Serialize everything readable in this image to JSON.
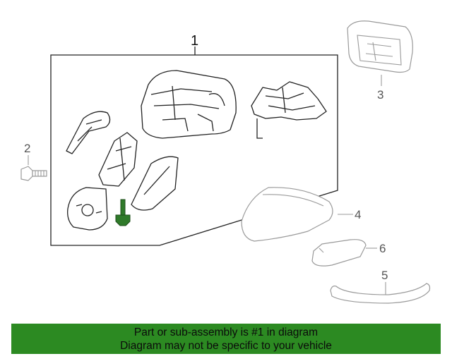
{
  "callouts": {
    "c1": "1",
    "c2": "2",
    "c3": "3",
    "c4": "4",
    "c5": "5",
    "c6": "6"
  },
  "banner": {
    "line1": "Part or sub-assembly is #1 in diagram",
    "line2": "Diagram may not be specific to your vehicle",
    "color": "#2c8a22"
  },
  "colors": {
    "highlight_part": "#2f7a2a",
    "inactive_part": "#9a9a9a"
  }
}
